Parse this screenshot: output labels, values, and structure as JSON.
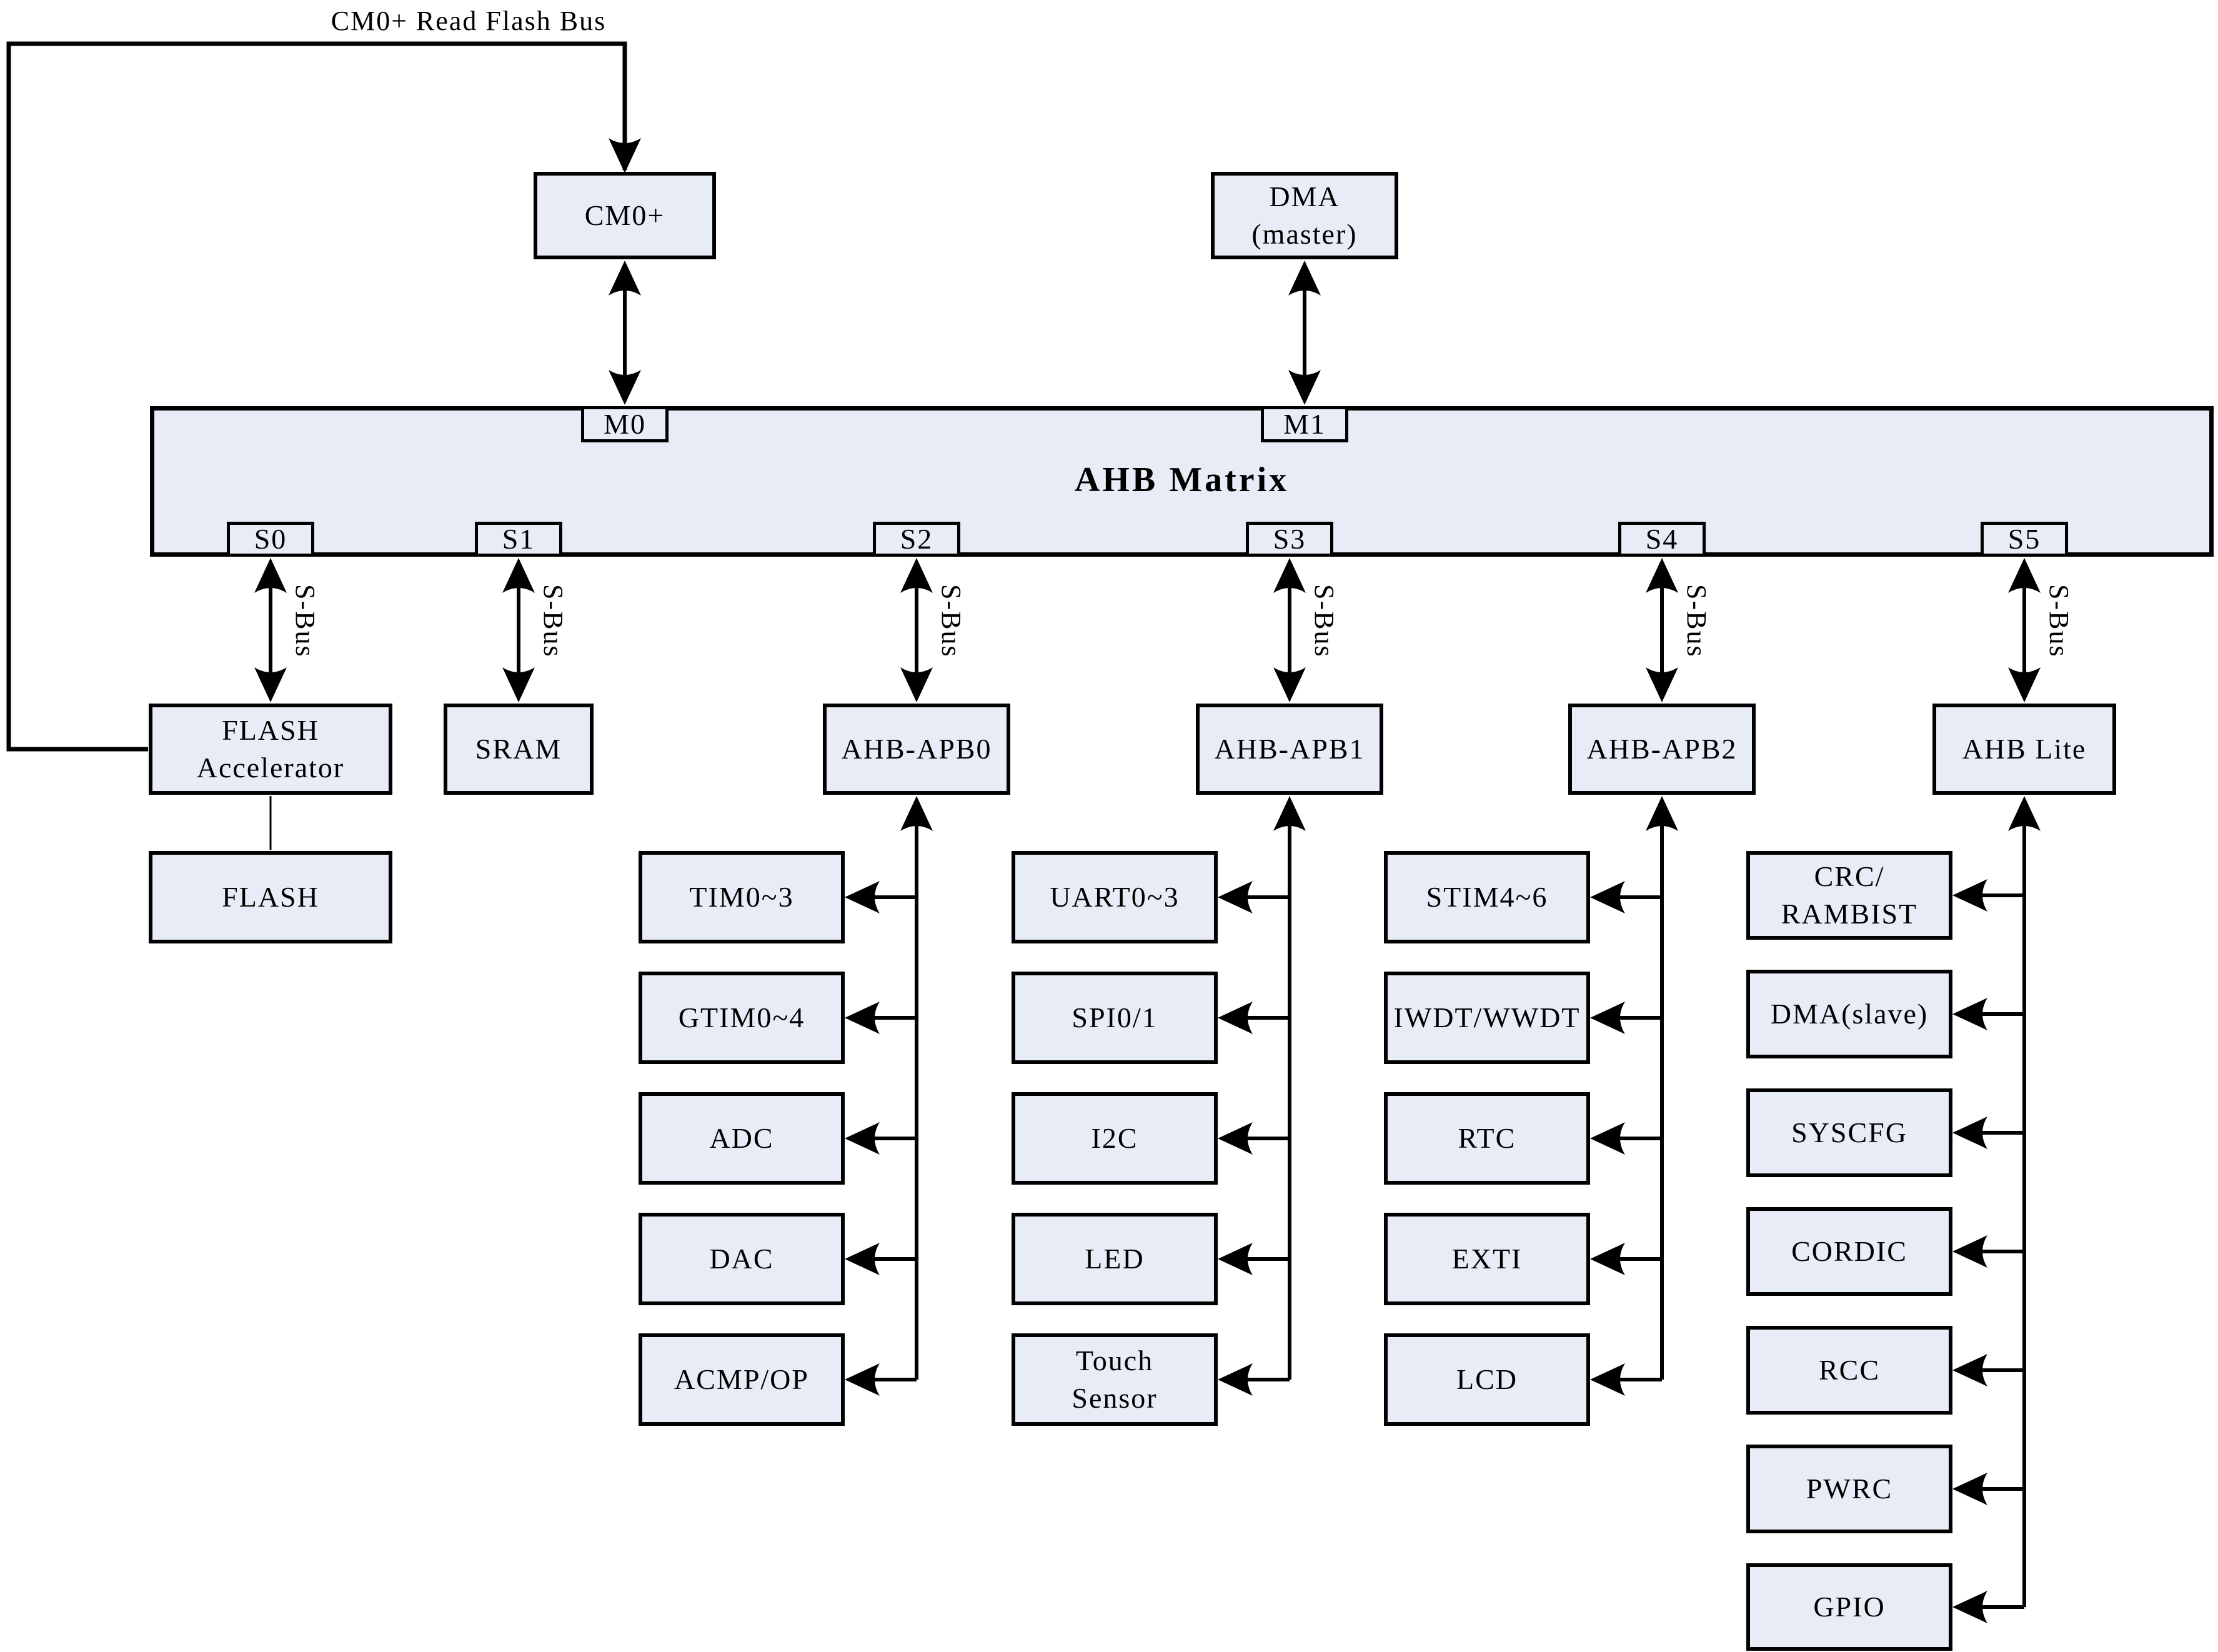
{
  "colors": {
    "box_fill": "#E8ECF6",
    "line": "#000000"
  },
  "top_bus": {
    "label": "CM0+ Read Flash Bus"
  },
  "masters": {
    "cm0": "CM0+",
    "dma": "DMA\n(master)"
  },
  "matrix": {
    "title": "AHB Matrix",
    "master_ports": [
      "M0",
      "M1"
    ],
    "slave_ports": [
      "S0",
      "S1",
      "S2",
      "S3",
      "S4",
      "S5"
    ],
    "s_bus_label": "S-Bus"
  },
  "memory": {
    "flash_accelerator": "FLASH\nAccelerator",
    "flash": "FLASH",
    "sram": "SRAM"
  },
  "buses": [
    {
      "label": "AHB-APB0",
      "peripherals": [
        "TIM0~3",
        "GTIM0~4",
        "ADC",
        "DAC",
        "ACMP/OP"
      ]
    },
    {
      "label": "AHB-APB1",
      "peripherals": [
        "UART0~3",
        "SPI0/1",
        "I2C",
        "LED",
        "Touch\nSensor"
      ]
    },
    {
      "label": "AHB-APB2",
      "peripherals": [
        "STIM4~6",
        "IWDT/WWDT",
        "RTC",
        "EXTI",
        "LCD"
      ]
    },
    {
      "label": "AHB Lite",
      "peripherals": [
        "CRC/\nRAMBIST",
        "DMA(slave)",
        "SYSCFG",
        "CORDIC",
        "RCC",
        "PWRC",
        "GPIO"
      ]
    }
  ]
}
